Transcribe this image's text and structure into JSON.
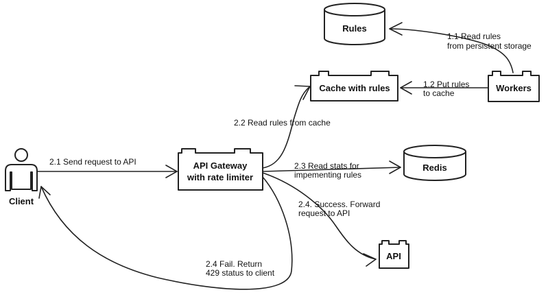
{
  "nodes": {
    "client": {
      "label": "Client"
    },
    "rules_db": {
      "label": "Rules"
    },
    "cache": {
      "label": "Cache with rules"
    },
    "workers": {
      "label": "Workers"
    },
    "gateway": {
      "label_line1": "API Gateway",
      "label_line2": "with rate limiter"
    },
    "redis": {
      "label": "Redis"
    },
    "api": {
      "label": "API"
    }
  },
  "edges": {
    "e1_1": {
      "line1": "1.1 Read rules",
      "line2": "from persistent storage"
    },
    "e1_2": {
      "line1": "1.2 Put rules",
      "line2": "to cache"
    },
    "e2_1": {
      "line1": "2.1 Send request to API"
    },
    "e2_2": {
      "line1": "2.2 Read rules from cache"
    },
    "e2_3": {
      "line1": "2.3 Read stats for",
      "line2": "impementing rules"
    },
    "e2_4s": {
      "line1": "2.4. Success. Forward",
      "line2": "request to API"
    },
    "e2_4f": {
      "line1": "2.4 Fail. Return",
      "line2": "429 status to client"
    }
  }
}
